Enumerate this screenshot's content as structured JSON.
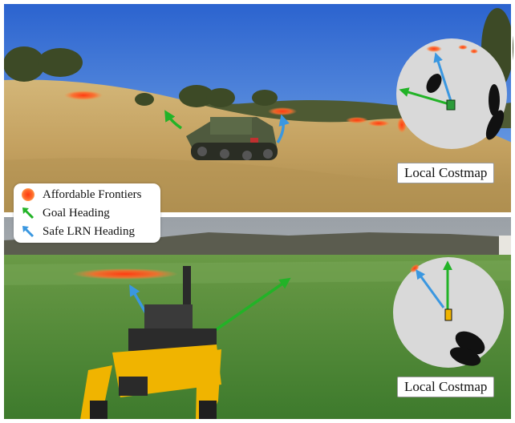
{
  "legend": {
    "items": [
      {
        "label": "Affordable Frontiers",
        "icon": "frontier-dot-icon"
      },
      {
        "label": "Goal Heading",
        "icon": "green-arrow-icon"
      },
      {
        "label": "Safe LRN Heading",
        "icon": "blue-arrow-icon"
      }
    ]
  },
  "panels": {
    "top": {
      "costmap_label": "Local Costmap"
    },
    "bottom": {
      "costmap_label": "Local Costmap"
    }
  },
  "colors": {
    "goal_heading": "#22b327",
    "safe_heading": "#3a97e0",
    "frontier": "#ff5a1f",
    "costmap_fill": "#d9d9d9",
    "obstacle": "#111111",
    "sky": "#2f6fd6",
    "dry_grass": "#c8a867",
    "green_grass": "#4e8a35"
  }
}
